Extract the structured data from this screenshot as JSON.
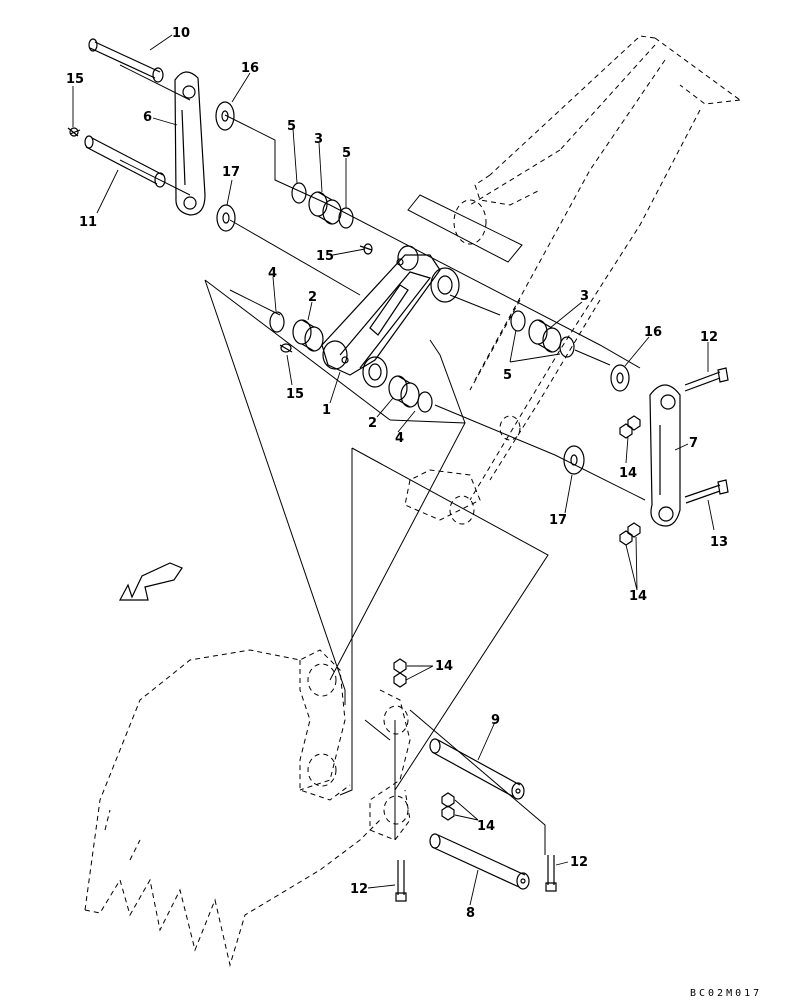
{
  "diagram": {
    "labels": [
      "1",
      "2",
      "2",
      "3",
      "3",
      "4",
      "4",
      "5",
      "5",
      "5",
      "6",
      "7",
      "8",
      "9",
      "10",
      "11",
      "12",
      "12",
      "12",
      "13",
      "14",
      "14",
      "14",
      "14",
      "15",
      "15",
      "15",
      "16",
      "16",
      "17",
      "17"
    ],
    "drawing_code": "BC02M017"
  }
}
